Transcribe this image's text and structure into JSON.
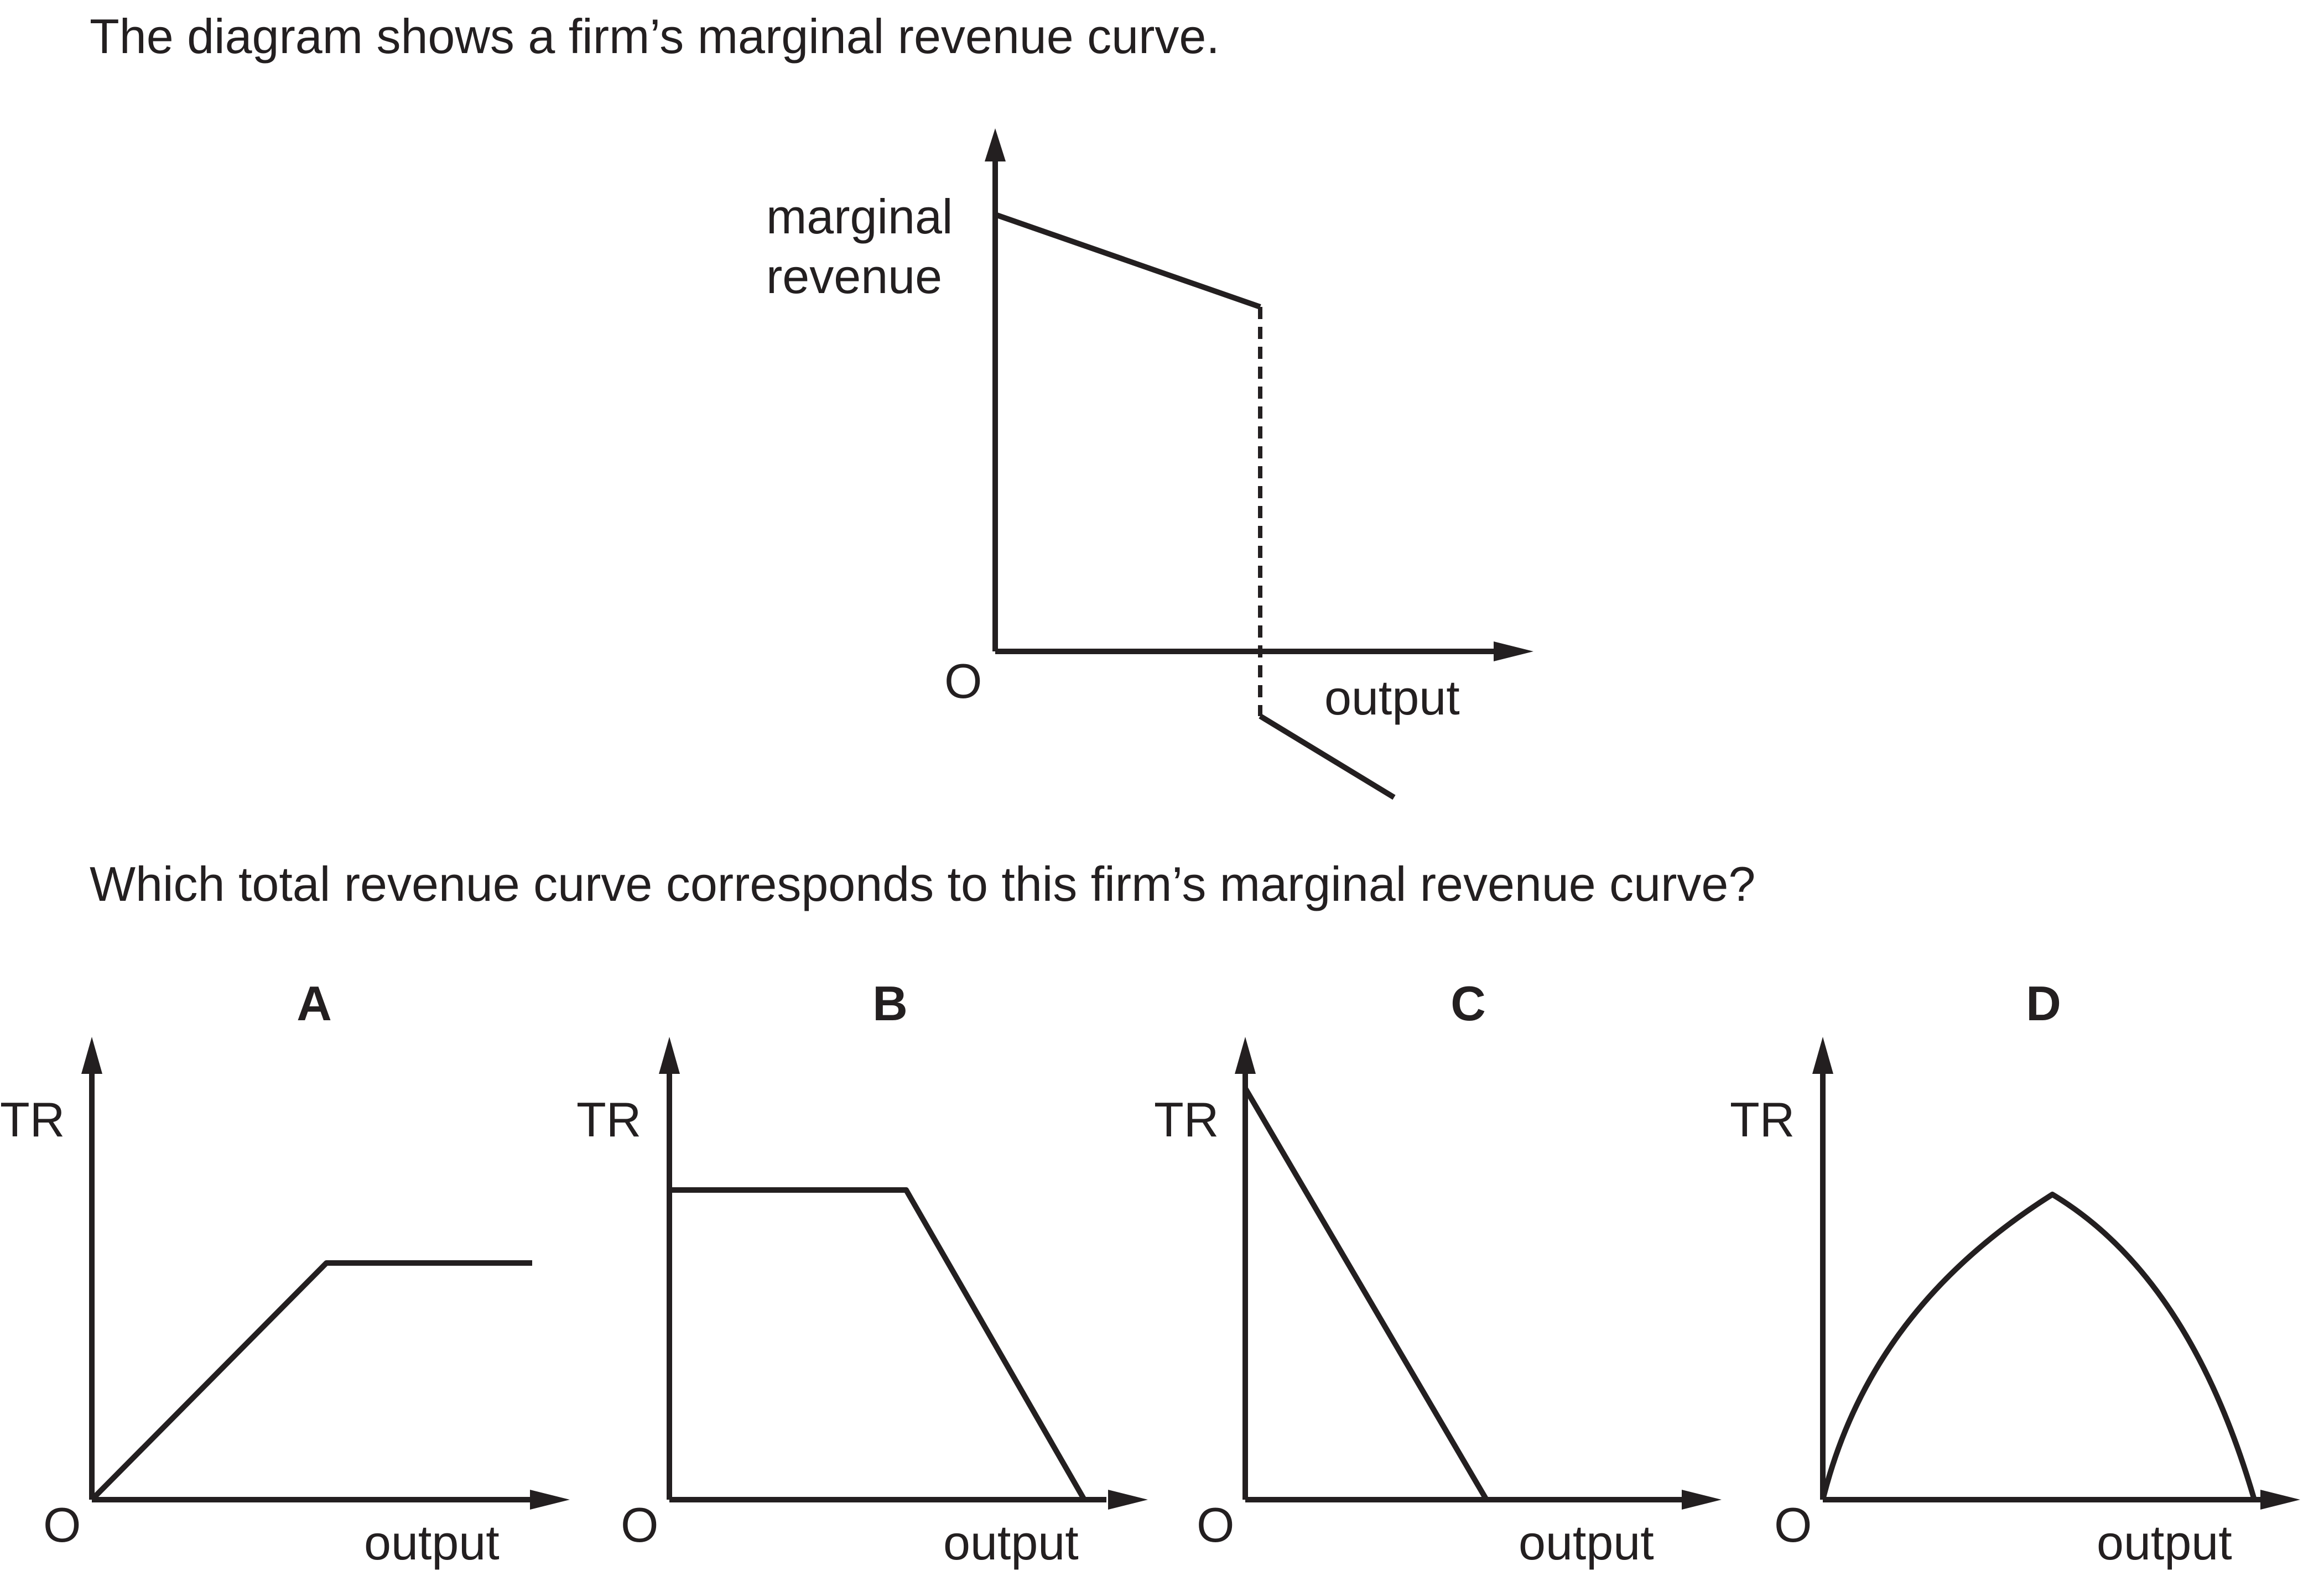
{
  "question": {
    "intro": "The diagram shows a firm’s marginal revenue curve.",
    "prompt": "Which total revenue curve corresponds to this firm’s marginal revenue curve?"
  },
  "main_diagram": {
    "y_label_line1": "marginal",
    "y_label_line2": "revenue",
    "origin_label": "O",
    "x_label": "output"
  },
  "options": [
    {
      "letter": "A",
      "y_label": "TR",
      "origin_label": "O",
      "x_label": "output"
    },
    {
      "letter": "B",
      "y_label": "TR",
      "origin_label": "O",
      "x_label": "output"
    },
    {
      "letter": "C",
      "y_label": "TR",
      "origin_label": "O",
      "x_label": "output"
    },
    {
      "letter": "D",
      "y_label": "TR",
      "origin_label": "O",
      "x_label": "output"
    }
  ],
  "colors": {
    "ink": "#231f20",
    "background": "#ffffff"
  }
}
